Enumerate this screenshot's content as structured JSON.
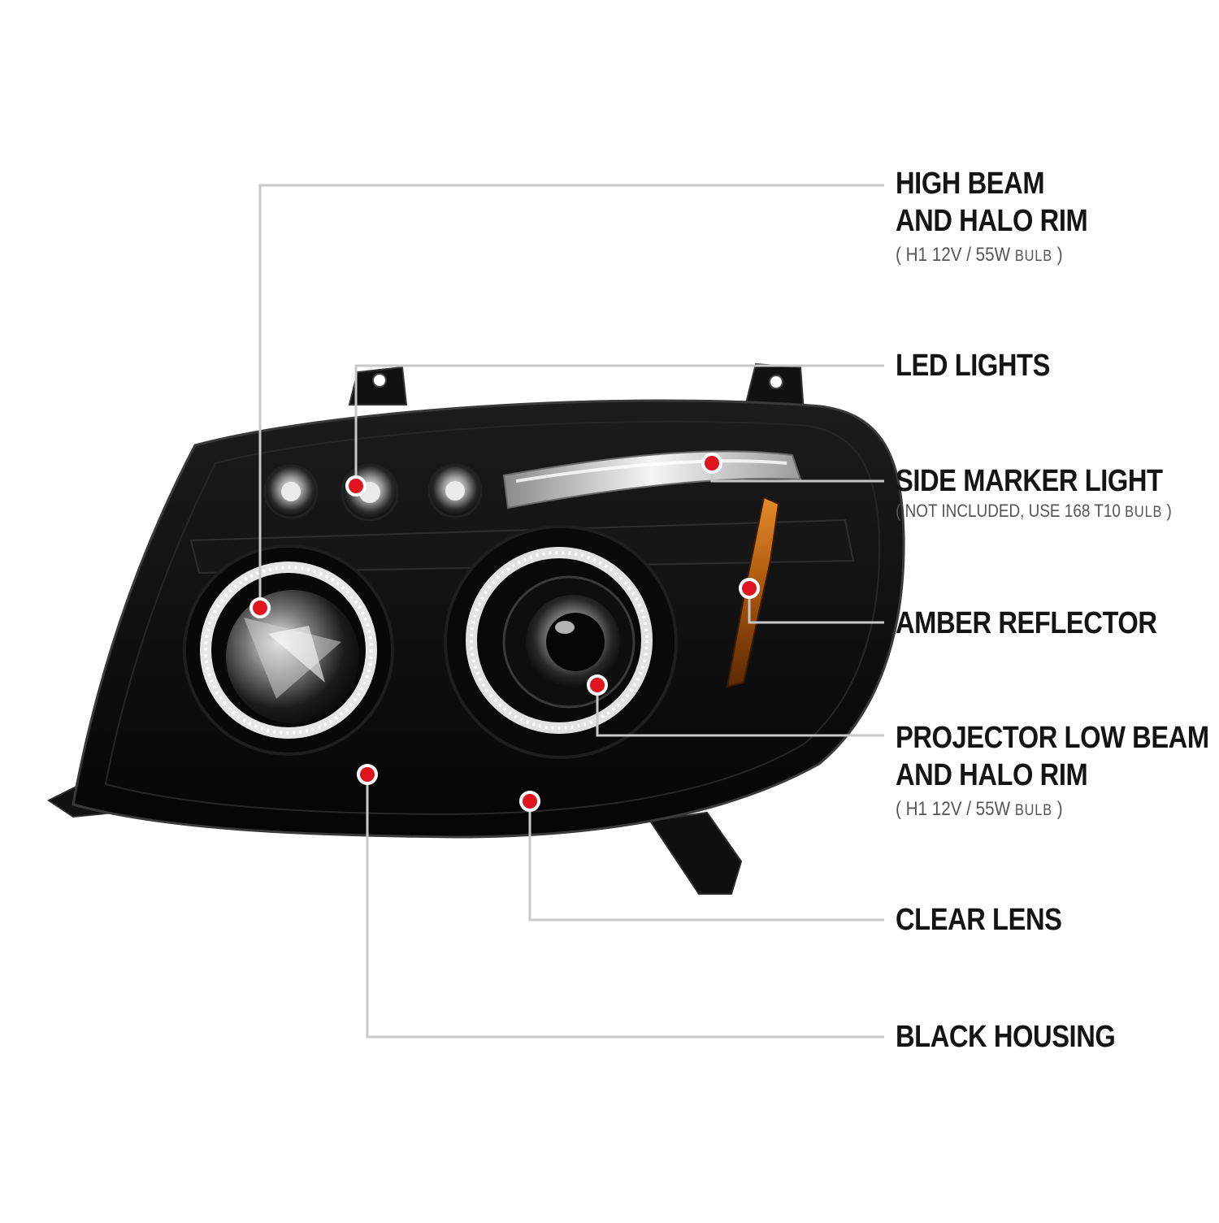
{
  "callouts": {
    "high_beam": {
      "line1": "HIGH BEAM",
      "line2": "AND HALO RIM",
      "note_open": "(",
      "note_spec": "H1  12V / 55W",
      "note_bulb": "BULB",
      "note_close": ")"
    },
    "led_lights": {
      "line1": "LED LIGHTS"
    },
    "side_marker": {
      "line1": "SIDE MARKER LIGHT",
      "note_open": "(",
      "note_text": "NOT INCLUDED, USE  168 T10",
      "note_bulb": "BULB",
      "note_close": ")"
    },
    "amber_reflector": {
      "line1": "AMBER REFLECTOR"
    },
    "projector_low_beam": {
      "line1": "PROJECTOR LOW BEAM",
      "line2": "AND HALO RIM",
      "note_open": "(",
      "note_spec": "H1  12V / 55W",
      "note_bulb": "BULB",
      "note_close": ")"
    },
    "clear_lens": {
      "line1": "CLEAR LENS"
    },
    "black_housing": {
      "line1": "BLACK HOUSING"
    }
  },
  "colors": {
    "housing": "#0d0d0d",
    "leader_line": "#c8c8c8",
    "marker_dot": "#e0141e",
    "amber": "#c46a12",
    "chrome": "#d7d7d7"
  }
}
